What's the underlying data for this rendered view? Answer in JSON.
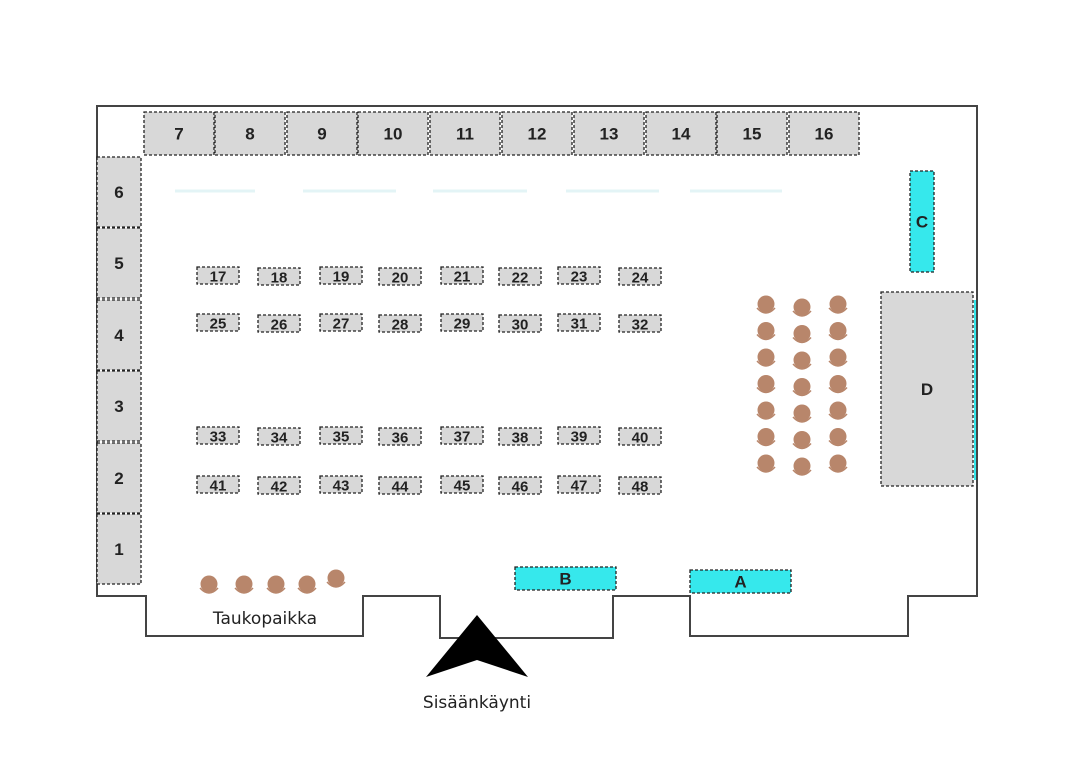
{
  "wall_booths": [
    "1",
    "2",
    "3",
    "4",
    "5",
    "6",
    "7",
    "8",
    "9",
    "10",
    "11",
    "12",
    "13",
    "14",
    "15",
    "16"
  ],
  "table_rows": [
    [
      "17",
      "18",
      "19",
      "20",
      "21",
      "22",
      "23",
      "24"
    ],
    [
      "25",
      "26",
      "27",
      "28",
      "29",
      "30",
      "31",
      "32"
    ],
    [
      "33",
      "34",
      "35",
      "36",
      "37",
      "38",
      "39",
      "40"
    ],
    [
      "41",
      "42",
      "43",
      "44",
      "45",
      "46",
      "47",
      "48"
    ]
  ],
  "special_booths": {
    "a": "A",
    "b": "B",
    "c": "C",
    "d": "D"
  },
  "areas": {
    "break_area": "Taukopaikka",
    "entrance": "Sisäänkäynti"
  },
  "colors": {
    "booth_fill": "#d8d8d8",
    "special_fill": "#36e8ec",
    "chair": "#b8866b",
    "wall": "#444444"
  },
  "seating": {
    "chairs_per_column": 7,
    "columns": 3,
    "break_chairs": 5
  }
}
